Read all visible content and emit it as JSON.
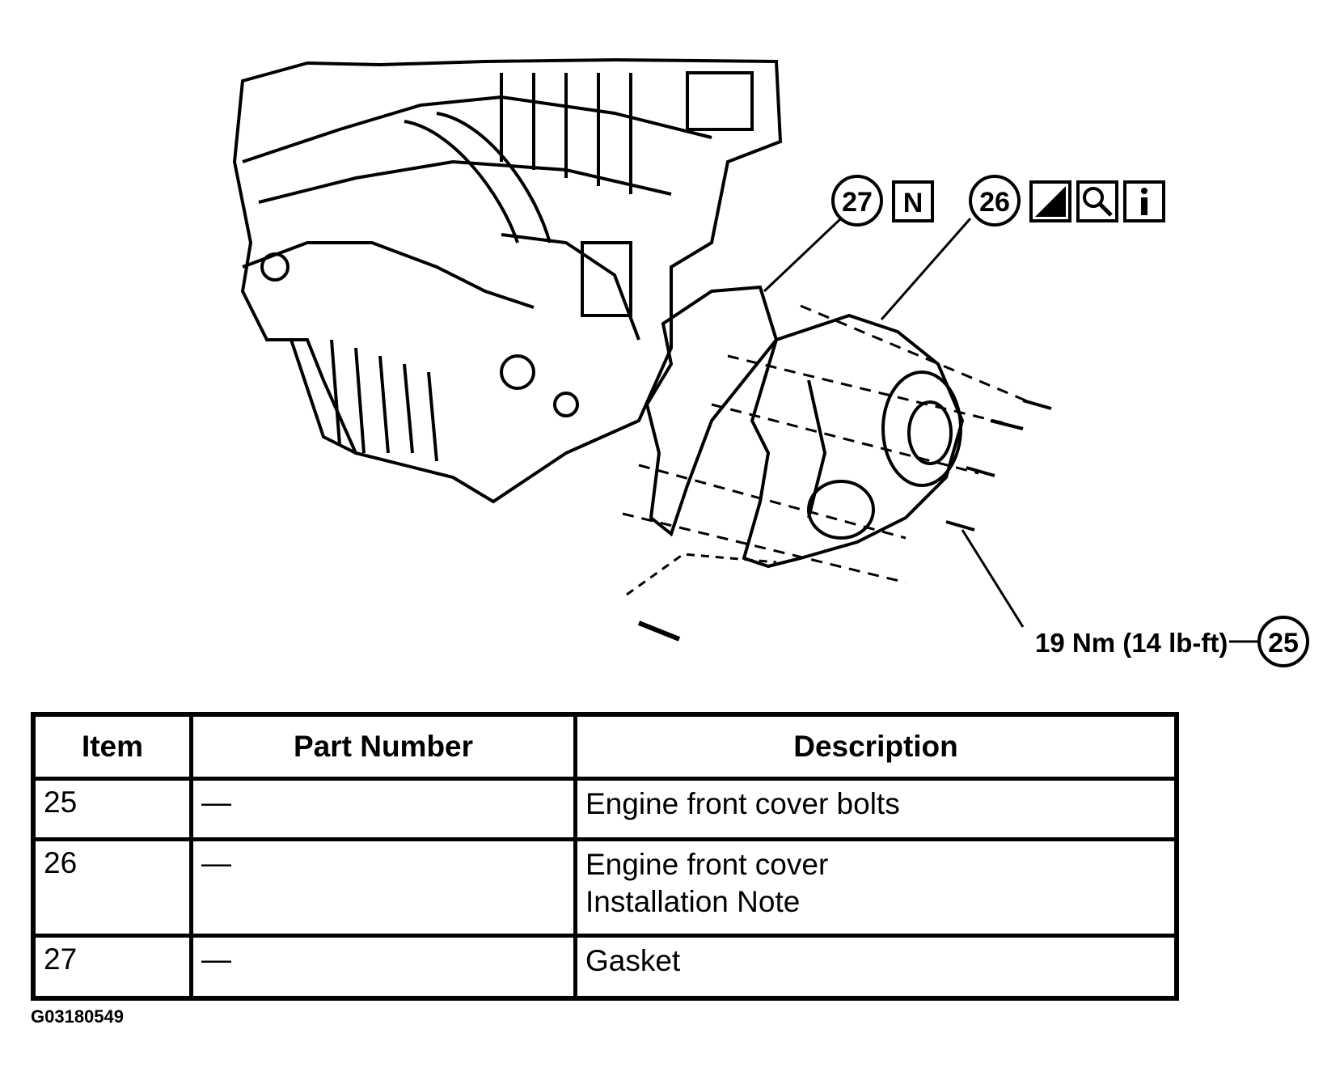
{
  "callouts": {
    "c27": "27",
    "c27_icon": "N",
    "c26": "26",
    "c26_icons": [
      "torque-wrench-icon",
      "magnifier-icon",
      "info-icon"
    ],
    "c25": "25",
    "torque_spec": "19 Nm (14 lb-ft)"
  },
  "table": {
    "headers": [
      "Item",
      "Part Number",
      "Description"
    ],
    "rows": [
      {
        "item": "25",
        "part": "—",
        "description": [
          "Engine front cover bolts"
        ]
      },
      {
        "item": "26",
        "part": "—",
        "description": [
          "Engine front cover",
          "Installation Note"
        ]
      },
      {
        "item": "27",
        "part": "—",
        "description": [
          "Gasket"
        ]
      }
    ]
  },
  "figure_code": "G03180549"
}
